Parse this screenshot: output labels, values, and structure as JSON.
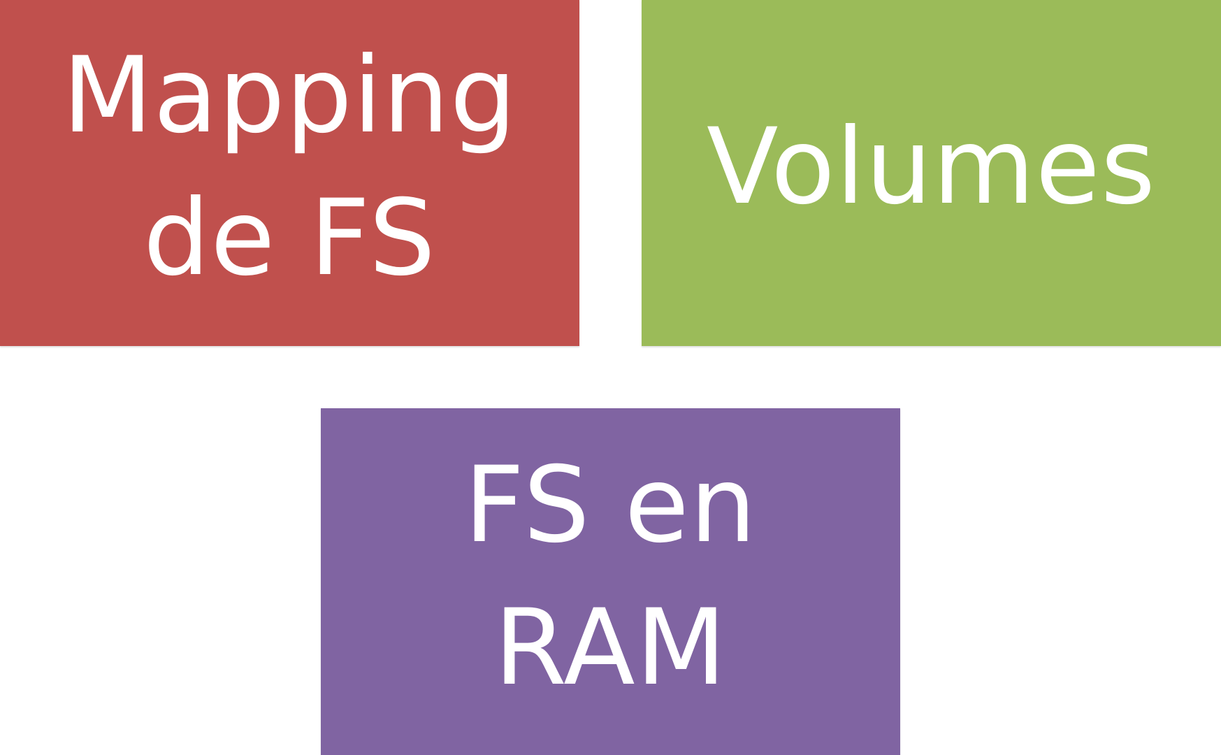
{
  "tiles": [
    {
      "label": "Mapping\nde FS",
      "color": "#c0504d"
    },
    {
      "label": "Volumes",
      "color": "#9bbb59"
    },
    {
      "label": "FS en\nRAM",
      "color": "#8064a2"
    }
  ]
}
